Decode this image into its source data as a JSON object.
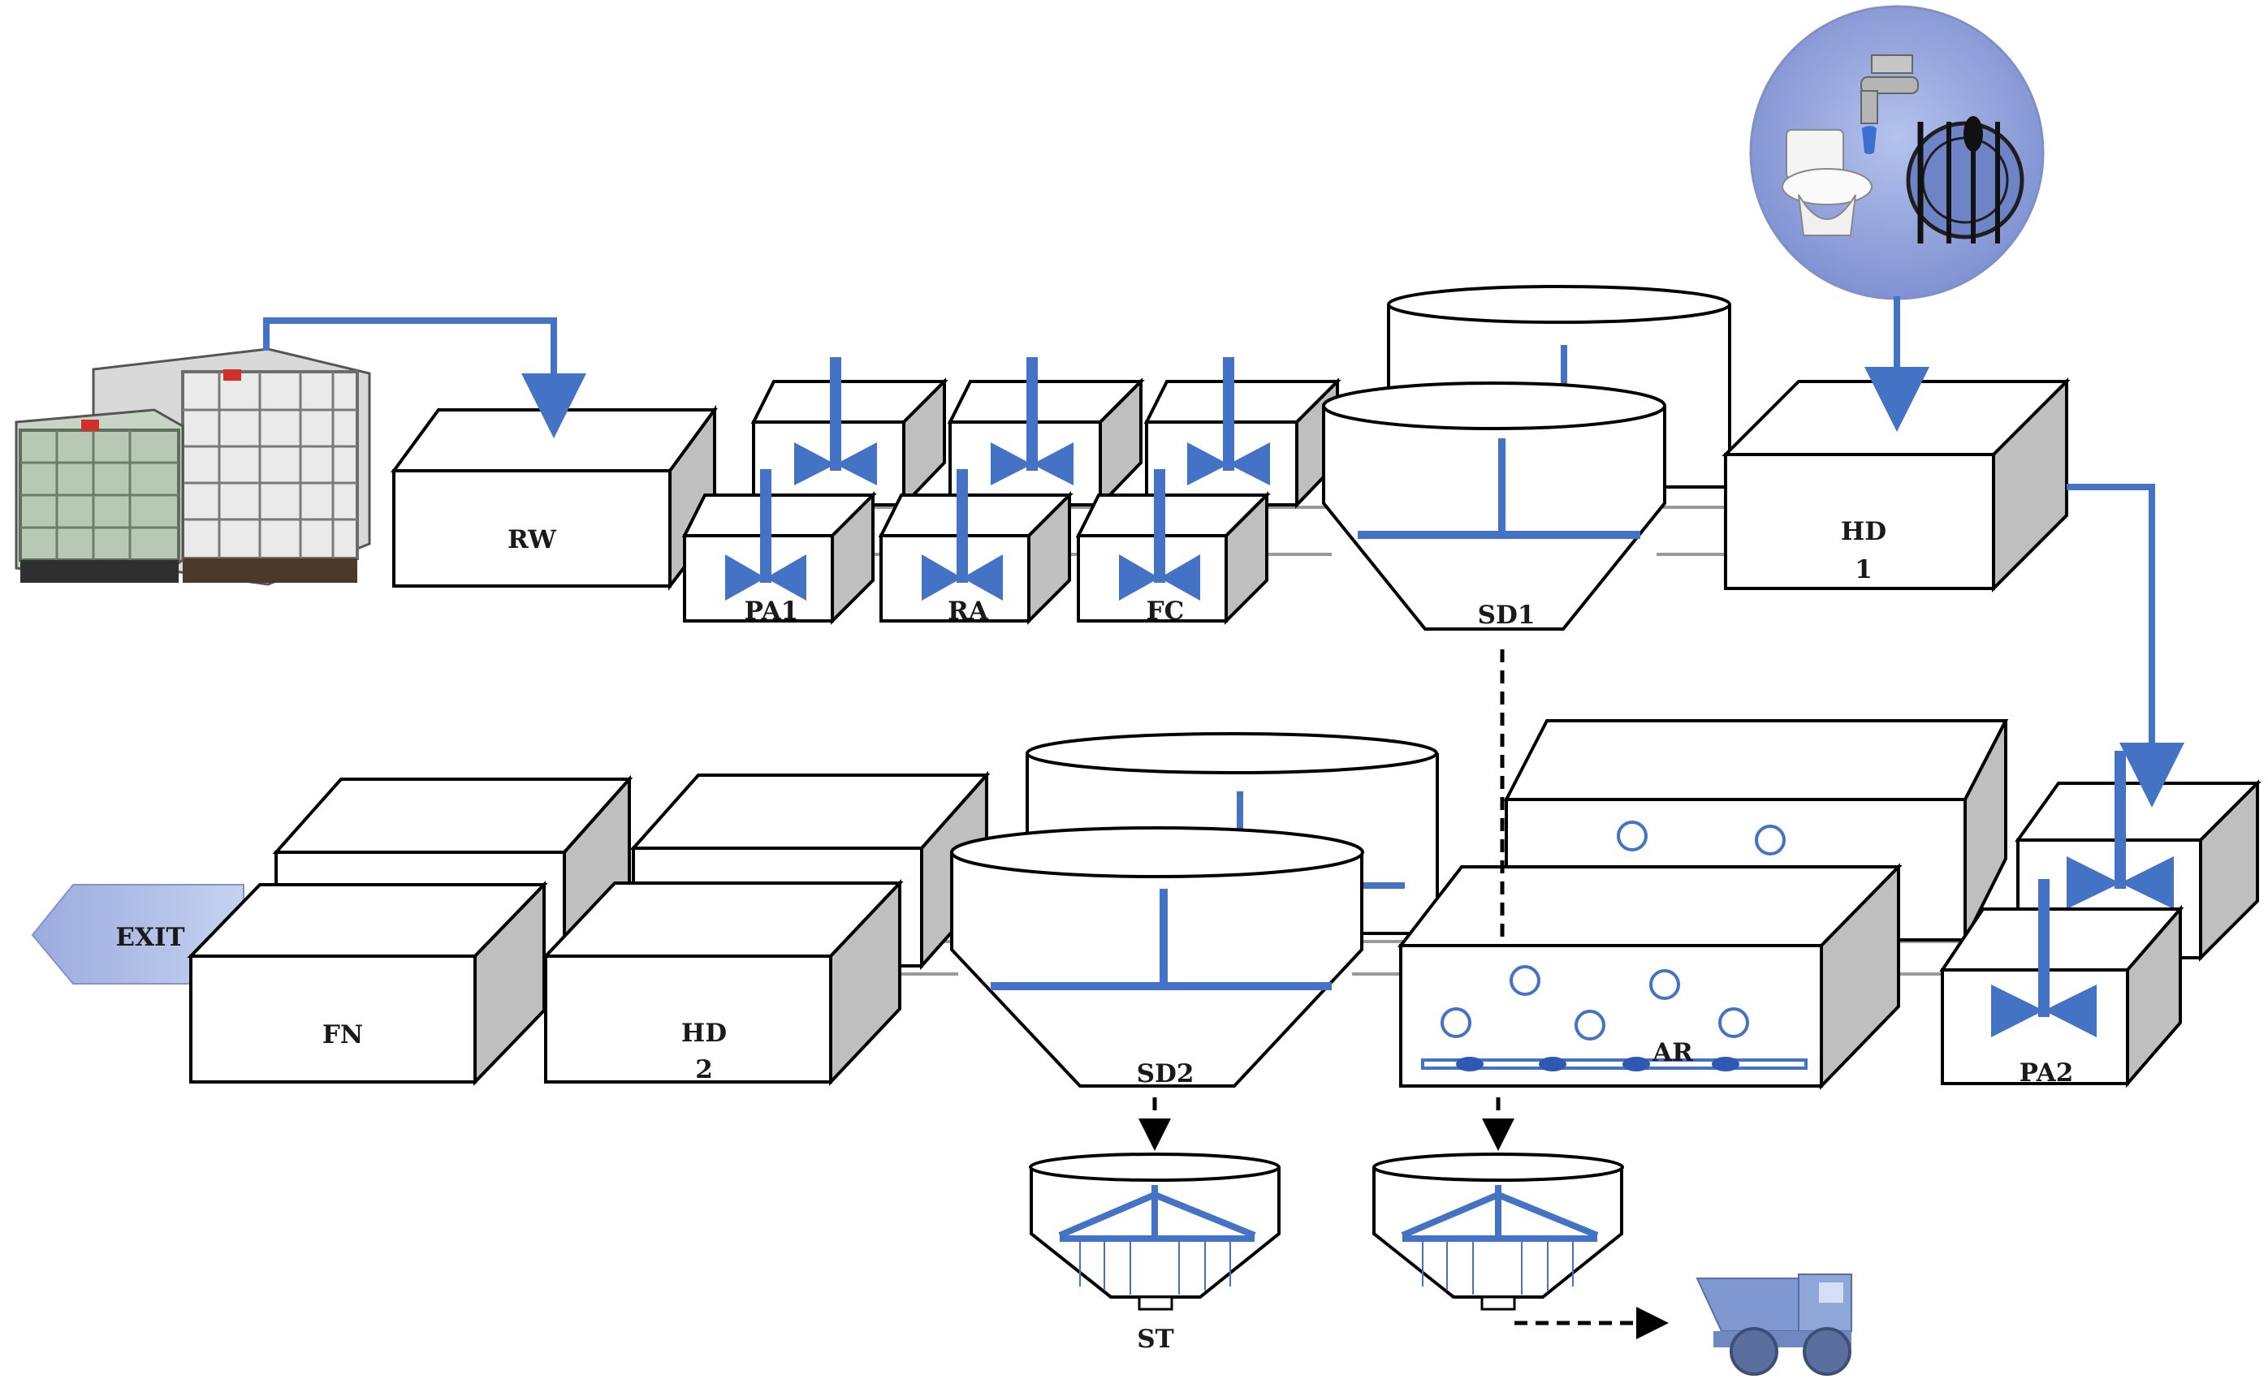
{
  "diagram": {
    "units": {
      "rw": "RW",
      "pa1": "PA1",
      "ra": "RA",
      "fc": "FC",
      "sd1": "SD1",
      "hd1_line1": "HD",
      "hd1_line2": "1",
      "pa2": "PA2",
      "ar": "AR",
      "sd2": "SD2",
      "hd2_line1": "HD",
      "hd2_line2": "2",
      "fn": "FN",
      "st": "ST",
      "exit": "EXIT"
    },
    "colors": {
      "flow": "#4472c4",
      "box_side": "#bfbfbf",
      "outline": "#000000",
      "exit_fill": "#aab8e0",
      "source_circle": "#8ea0d8"
    },
    "icons": [
      "ibc-tanks-icon",
      "faucet-icon",
      "toilet-icon",
      "dinner-plate-icon",
      "dump-truck-icon"
    ]
  }
}
